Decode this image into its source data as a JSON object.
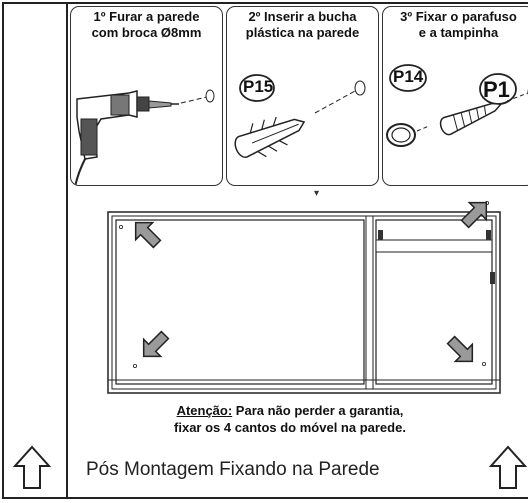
{
  "steps": [
    {
      "title": "1º Furar a parede\ncom broca Ø8mm"
    },
    {
      "title": "2º Inserir a bucha\nplástica na parede",
      "part": "P15"
    },
    {
      "title": "3º Fixar o parafuso\ne a tampinha",
      "parts": [
        "P14",
        "P1"
      ]
    }
  ],
  "notice": {
    "warning": "Atenção:",
    "line1_rest": " Para não perder a garantia,",
    "line2": "fixar os 4 cantos do móvel na parede."
  },
  "footer": "Pós Montagem Fixando na Parede",
  "colors": {
    "line": "#222222",
    "arrow_fill": "#9a9a9a",
    "panel_border": "#333333"
  }
}
